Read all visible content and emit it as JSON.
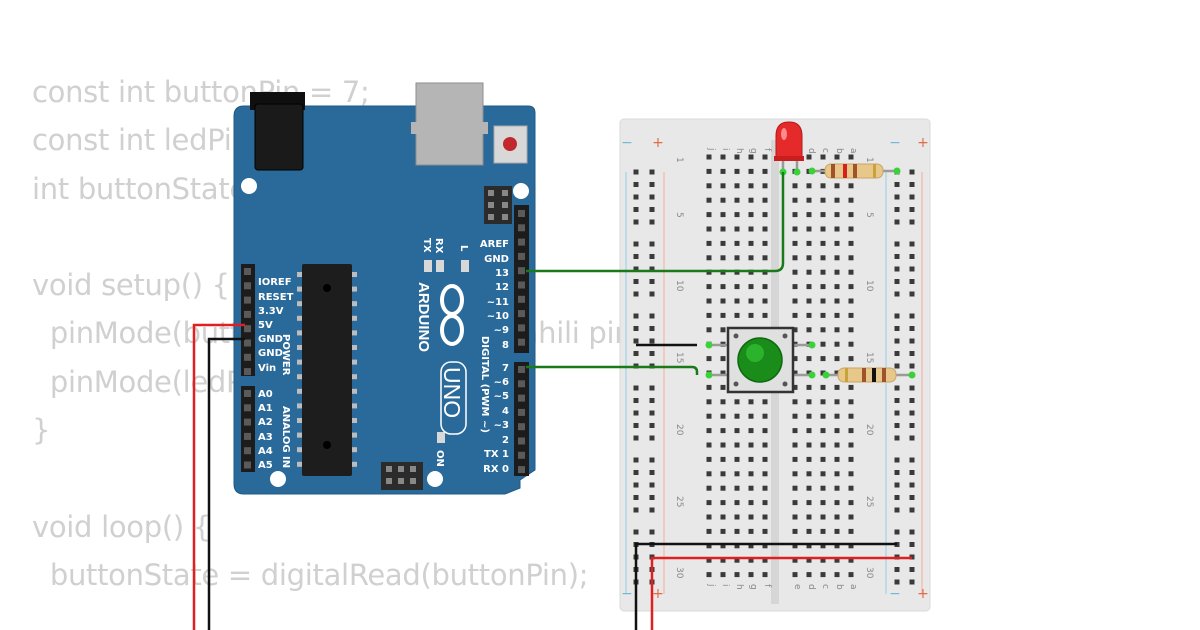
{
  "code_lines": [
    "const int buttonPin = 7;",
    "const int ledPin = 13;",
    "int buttonState = 0;",
    "",
    "void setup() {",
    "  pinMode(buttonPin, INPUT); // Swahili pin",
    "  pinMode(ledPin, OUTPUT);",
    "}",
    "",
    "void loop() {",
    "  buttonState = digitalRead(buttonPin);"
  ],
  "arduino": {
    "brand": "ARDUINO",
    "model": "UNO",
    "on_label": "ON",
    "led_labels": [
      "TX",
      "RX",
      "L"
    ],
    "digital_label": "DIGITAL (PWM ~)",
    "power_label": "POWER",
    "analog_label": "ANALOG IN",
    "power_pins": [
      "IOREF",
      "RESET",
      "3.3V",
      "5V",
      "GND",
      "GND",
      "Vin"
    ],
    "analog_pins": [
      "A0",
      "A1",
      "A2",
      "A3",
      "A4",
      "A5"
    ],
    "digital_pins_top": [
      "AREF",
      "GND",
      "13",
      "12",
      "~11",
      "~10",
      "~9",
      "8"
    ],
    "digital_pins_bottom": [
      "7",
      "~6",
      "~5",
      "4",
      "~3",
      "2",
      "TX 1",
      "RX 0"
    ]
  },
  "breadboard": {
    "columns_left": [
      "j",
      "i",
      "h",
      "g",
      "f"
    ],
    "columns_right": [
      "e",
      "d",
      "c",
      "b",
      "a"
    ],
    "row_numbers": [
      "1",
      "5",
      "10",
      "15",
      "20",
      "25",
      "30"
    ],
    "rail_plus": "+",
    "rail_minus": "−"
  },
  "colors": {
    "board": "#2a6a9a",
    "wire_green": "#1a7a1a",
    "wire_red": "#e02020",
    "wire_black": "#111111",
    "led_red": "#e02020",
    "button_green": "#1f9a1f"
  }
}
